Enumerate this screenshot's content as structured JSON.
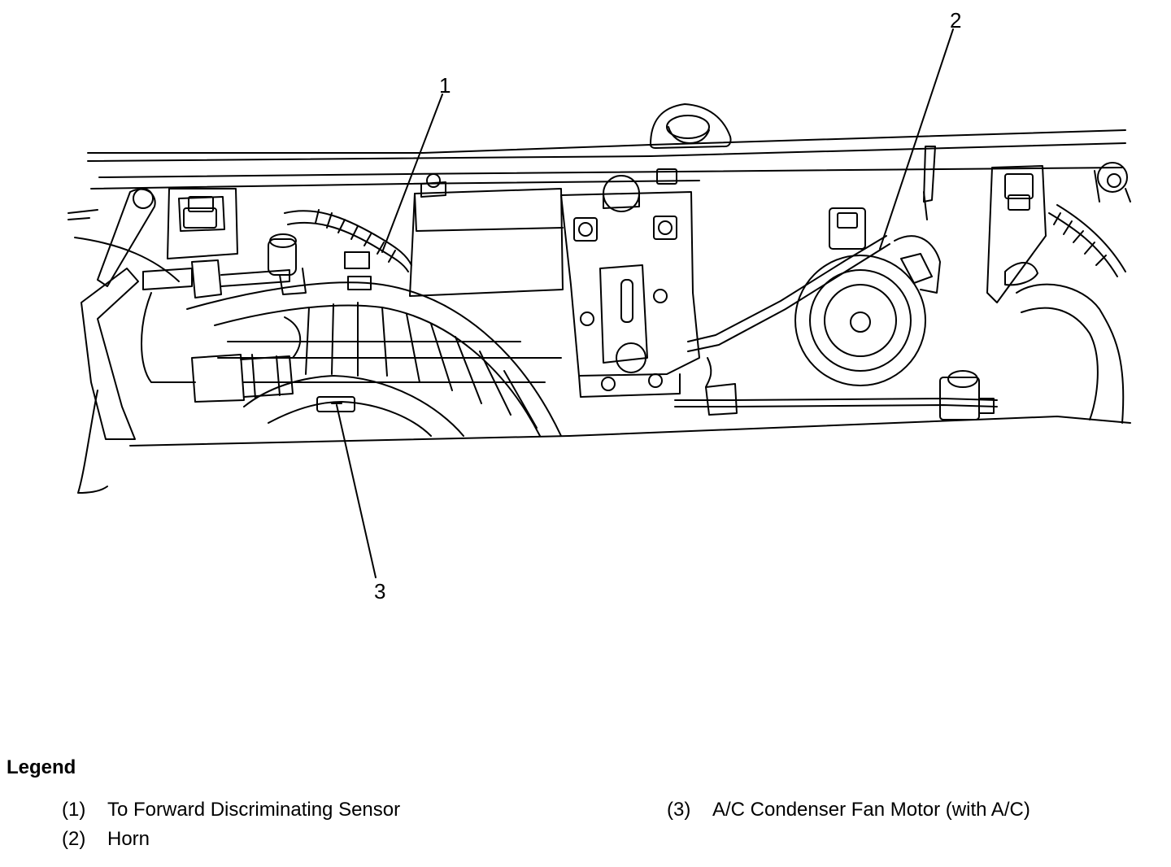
{
  "callouts": [
    {
      "number": "1",
      "name": "To Forward Discriminating Sensor"
    },
    {
      "number": "2",
      "name": "Horn"
    },
    {
      "number": "3",
      "name": "A/C Condenser Fan Motor (with A/C)"
    }
  ],
  "legend": {
    "title": "Legend",
    "items": [
      {
        "num": "(1)",
        "text": "To Forward Discriminating Sensor"
      },
      {
        "num": "(2)",
        "text": "Horn"
      },
      {
        "num": "(3)",
        "text": "A/C Condenser Fan Motor (with A/C)"
      }
    ]
  },
  "colors": {
    "ink": "#000000",
    "paper": "#ffffff"
  }
}
